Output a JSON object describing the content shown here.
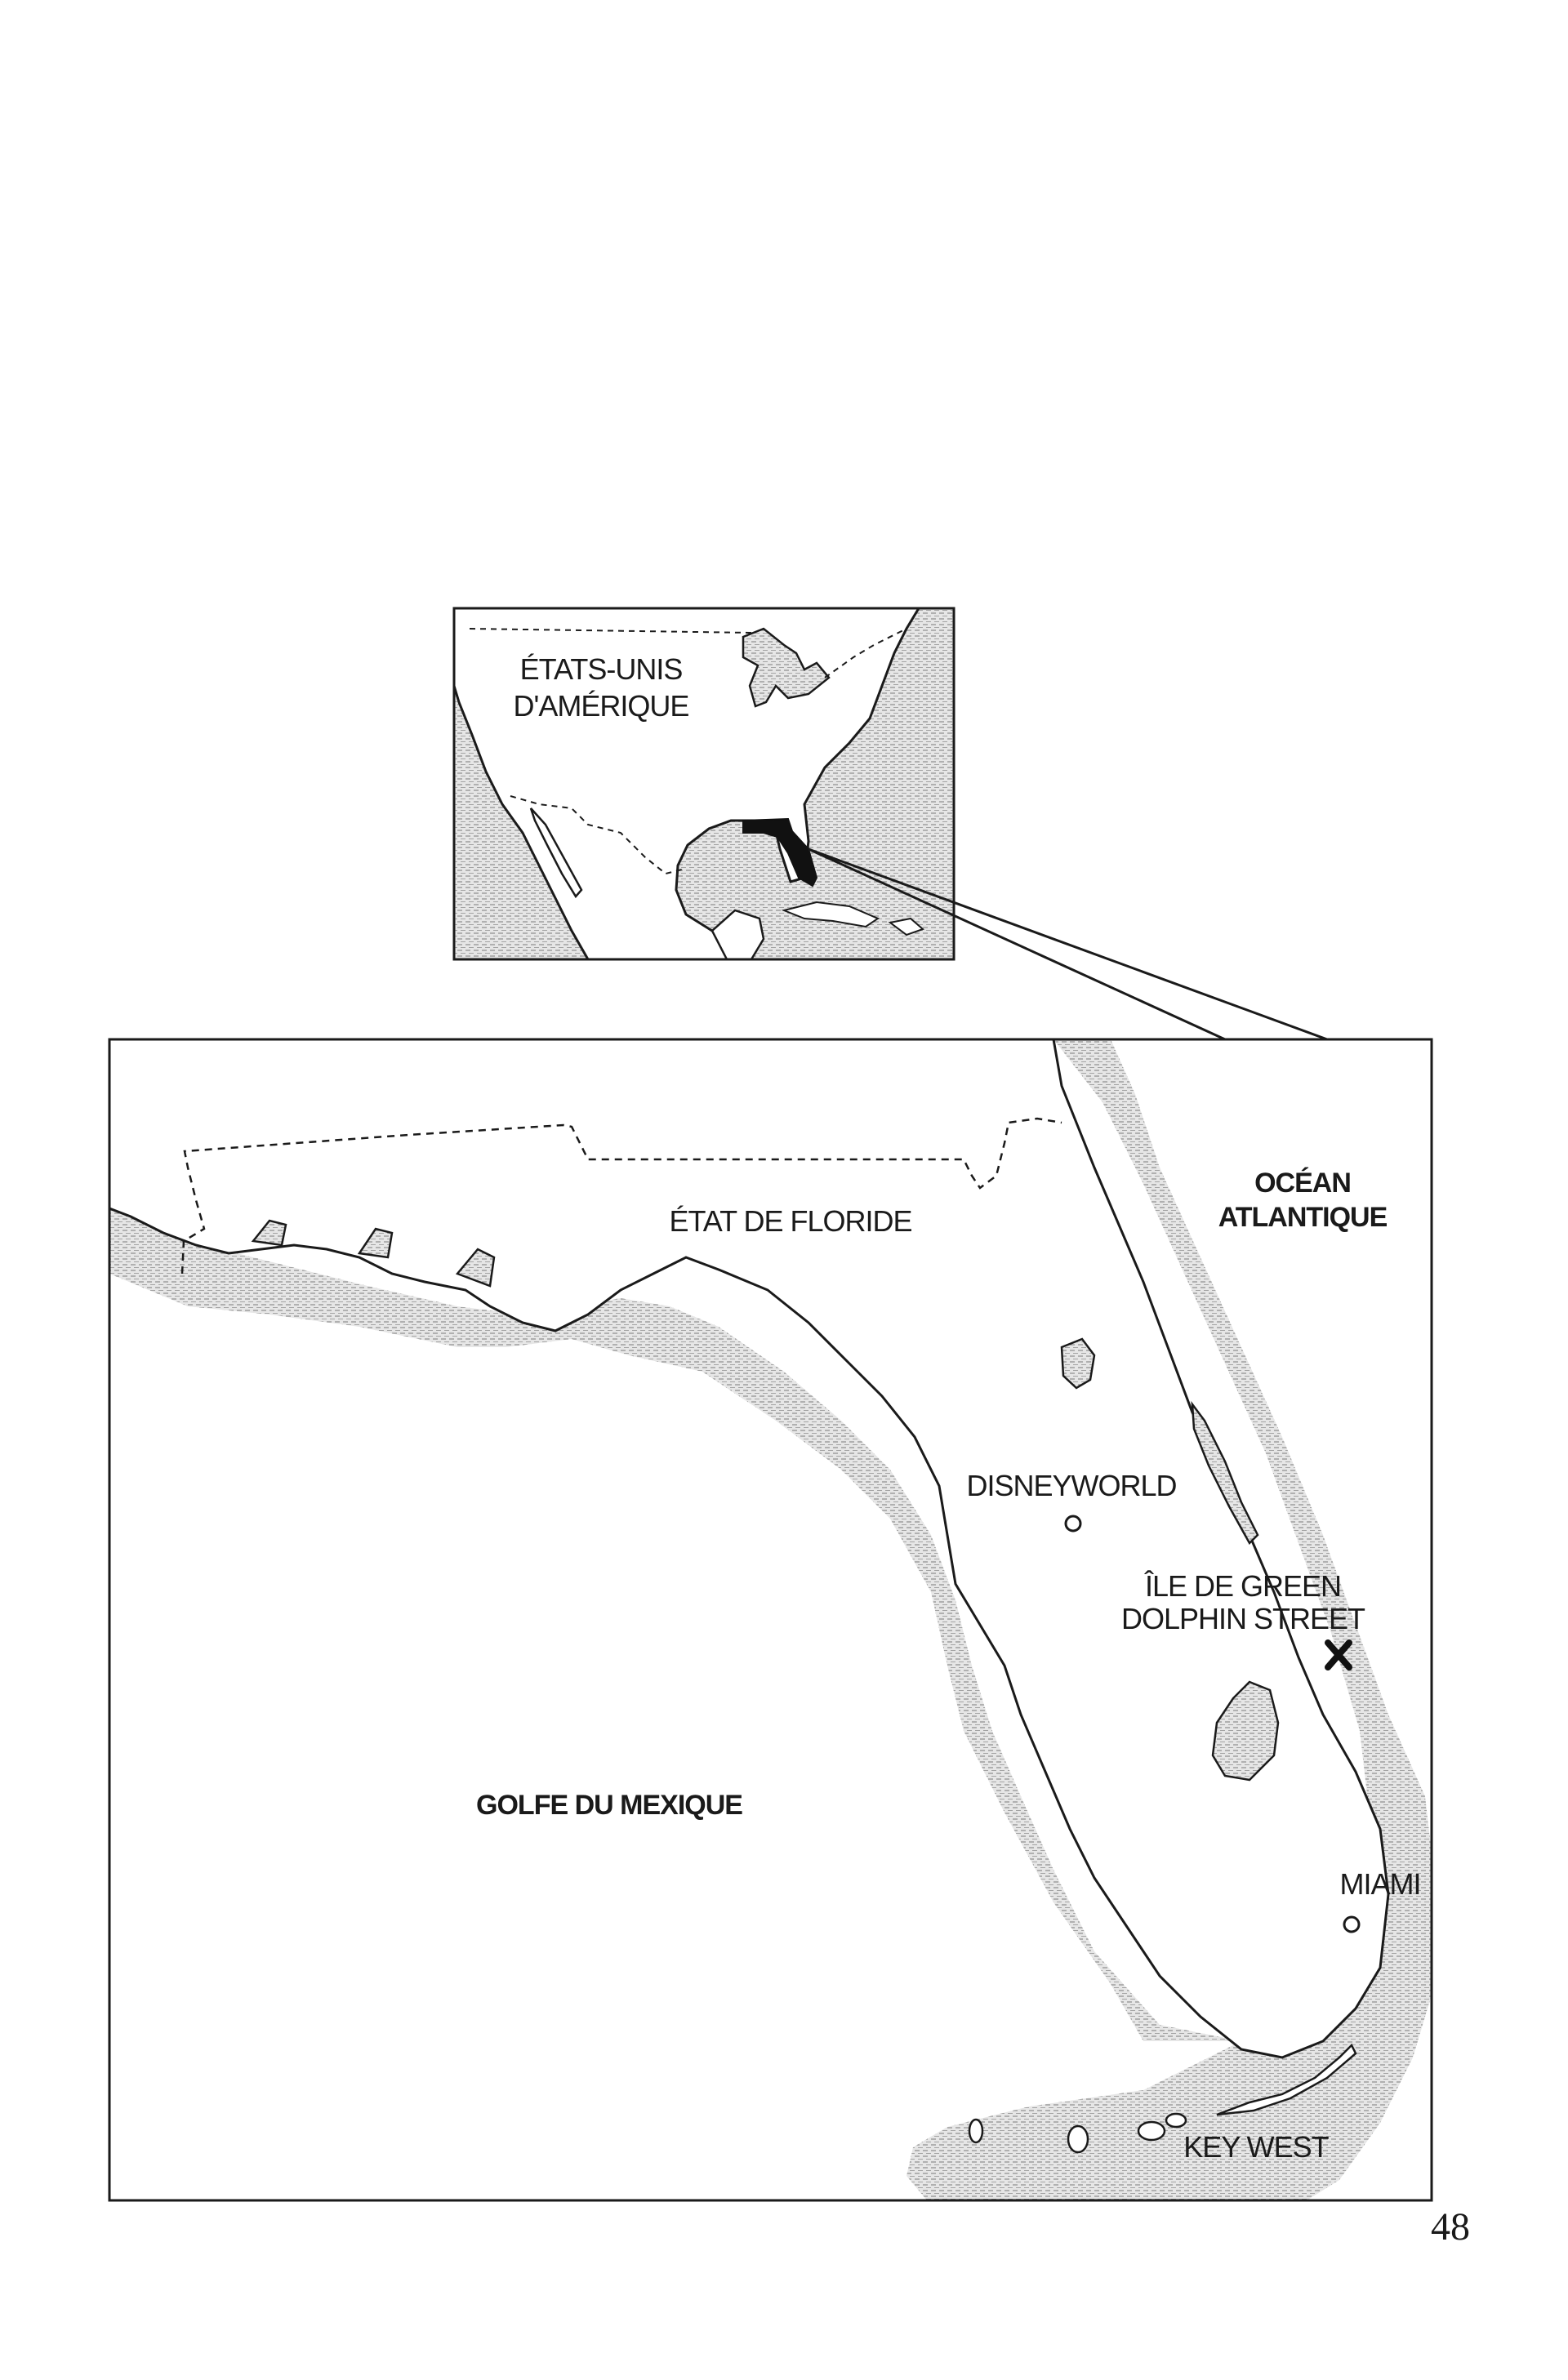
{
  "inset": {
    "country_label_line1": "ÉTATS-UNIS",
    "country_label_line2": "D'AMÉRIQUE"
  },
  "main_map": {
    "state_label": "ÉTAT DE FLORIDE",
    "ocean_label_line1": "OCÉAN",
    "ocean_label_line2": "ATLANTIQUE",
    "gulf_label": "GOLFE DU MEXIQUE",
    "places": {
      "disneyworld": "DISNEYWORLD",
      "island_line1": "ÎLE DE GREEN",
      "island_line2": "DOLPHIN STREET",
      "miami": "MIAMI",
      "key_west": "KEY WEST"
    }
  },
  "page_number": "48",
  "colors": {
    "ink": "#1a1a1a",
    "water_stipple": "#9a9a9a",
    "paper": "#ffffff"
  }
}
